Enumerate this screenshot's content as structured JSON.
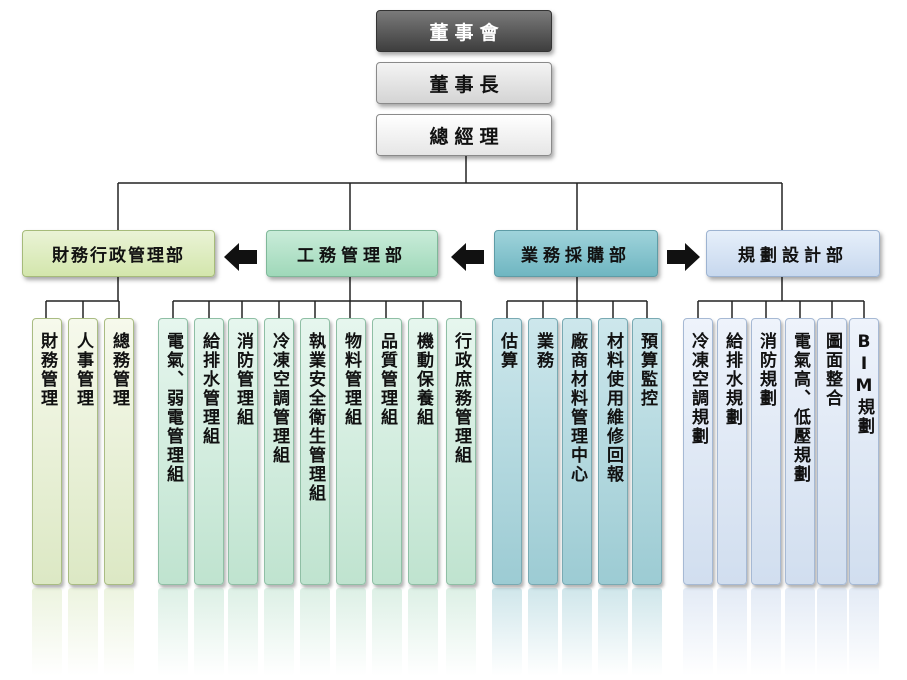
{
  "top": {
    "board": "董事會",
    "chairman": "董事長",
    "general_manager": "總經理"
  },
  "departments": {
    "admin": "財務行政管理部",
    "engineering": "工務管理部",
    "business": "業務採購部",
    "planning": "規劃設計部"
  },
  "units": {
    "admin": [
      "財務管理",
      "人事管理",
      "總務管理"
    ],
    "engineering": [
      "電氣、弱電管理組",
      "給排水管理組",
      "消防管理組",
      "冷凍空調管理組",
      "執業安全衛生管理組",
      "物料管理組",
      "品質管理組",
      "機動保養組",
      "行政庶務管理組"
    ],
    "business": [
      "估算",
      "業務",
      "廠商材料管理中心",
      "材料使用維修回報",
      "預算監控"
    ],
    "planning": [
      "冷凍空調規劃",
      "給排水規劃",
      "消防規劃",
      "電氣高、低壓規劃",
      "圖面整合",
      "BIM規劃"
    ]
  },
  "colors": {
    "admin": "#d3e6ac",
    "engineering": "#9fd8b9",
    "business": "#6fb6c1",
    "planning": "#c7d8ee",
    "board": "#4a4a4a"
  }
}
